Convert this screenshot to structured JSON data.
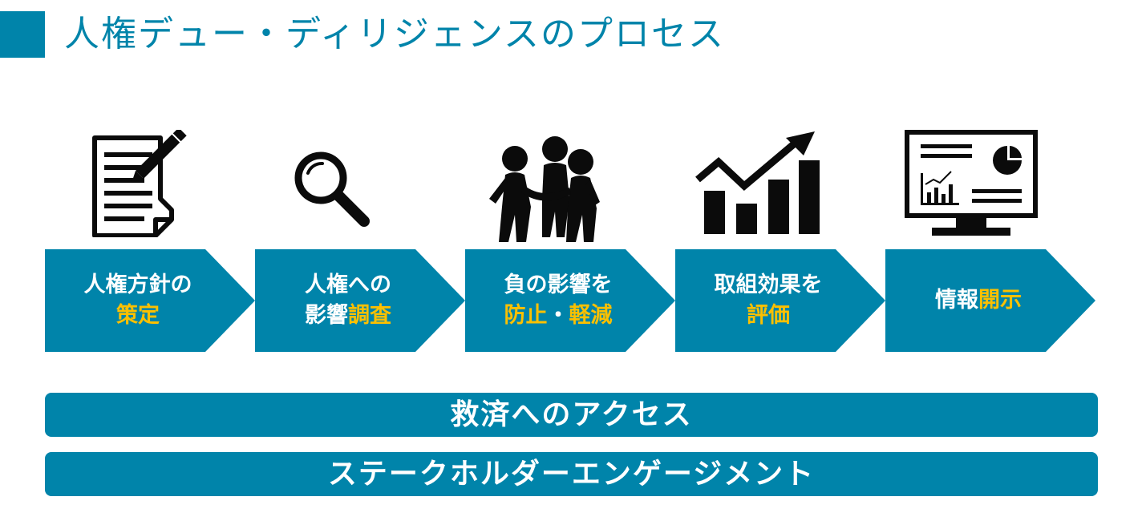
{
  "header": {
    "title": "人権デュー・ディリジェンスのプロセス"
  },
  "colors": {
    "primary": "#0084aa",
    "highlight": "#fcc000",
    "icon": "#0b0b0b",
    "text_on_primary": "#ffffff"
  },
  "steps": [
    {
      "icon": "document-pencil-icon",
      "line1": [
        {
          "text": "人権方針の",
          "highlight": false
        }
      ],
      "line2": [
        {
          "text": "策定",
          "highlight": true
        }
      ]
    },
    {
      "icon": "magnifier-icon",
      "line1": [
        {
          "text": "人権への",
          "highlight": false
        }
      ],
      "line2": [
        {
          "text": "影響",
          "highlight": false
        },
        {
          "text": "調査",
          "highlight": true
        }
      ]
    },
    {
      "icon": "people-handshake-icon",
      "line1": [
        {
          "text": "負の影響を",
          "highlight": false
        }
      ],
      "line2": [
        {
          "text": "防止",
          "highlight": true
        },
        {
          "text": "・",
          "highlight": false
        },
        {
          "text": "軽減",
          "highlight": true
        }
      ]
    },
    {
      "icon": "bar-chart-growth-icon",
      "line1": [
        {
          "text": "取組効果を",
          "highlight": false
        }
      ],
      "line2": [
        {
          "text": "評価",
          "highlight": true
        }
      ]
    },
    {
      "icon": "monitor-report-icon",
      "line1": [
        {
          "text": "情報",
          "highlight": false
        },
        {
          "text": "開示",
          "highlight": true
        }
      ],
      "line2": []
    }
  ],
  "bars": {
    "remedy": "救済へのアクセス",
    "engagement": "ステークホルダーエンゲージメント"
  }
}
